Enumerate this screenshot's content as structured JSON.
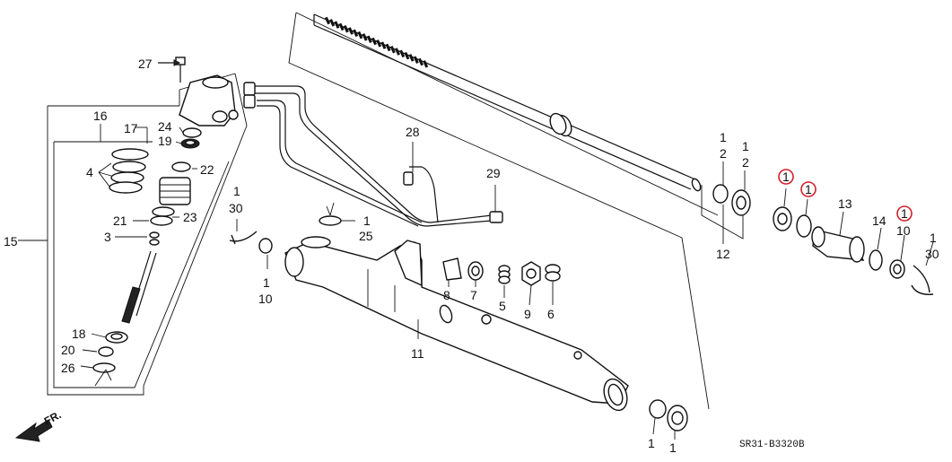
{
  "diagram": {
    "code": "SR31-B3320B",
    "direction": "FR.",
    "callouts": {
      "c27": "27",
      "c16": "16",
      "c17": "17",
      "c24": "24",
      "c19": "19",
      "c4": "4",
      "c22": "22",
      "c15": "15",
      "c21": "21",
      "c23": "23",
      "c3": "3",
      "c18": "18",
      "c20": "20",
      "c26": "26",
      "c28": "28",
      "c29": "29",
      "c1_30_left_a": "1",
      "c1_30_left_b": "30",
      "c1_10_left_a": "1",
      "c1_10_left_b": "10",
      "c1_25_a": "1",
      "c1_25_b": "25",
      "c11": "11",
      "c8": "8",
      "c7": "7",
      "c5": "5",
      "c9": "9",
      "c6": "6",
      "c1_2_a_top": "1",
      "c1_2_a_bot": "2",
      "c12": "12",
      "c1_2_b_top": "1",
      "c1_2_b_bot": "2",
      "c1_seal_a": "1",
      "c1_seal_b": "1",
      "c13": "13",
      "c14": "14",
      "c1_10_right_a": "1",
      "c1_10_right_b": "10",
      "c1_30_right_a": "1",
      "c1_30_right_b": "30",
      "c1_bottom_a": "1",
      "c1_bottom_b": "1"
    },
    "highlight_color": "#d0202a",
    "line_color": "#111111"
  }
}
